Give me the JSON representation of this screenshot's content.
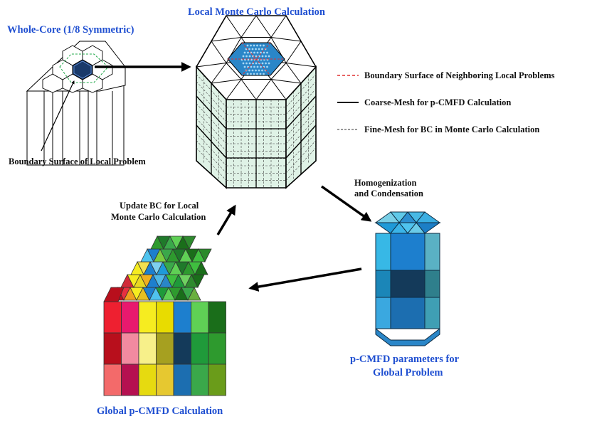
{
  "titles": {
    "whole_core": "Whole-Core (1/8 Symmetric)",
    "local_mc": "Local Monte Carlo Calculation",
    "pcmfd_params_line1": "p-CMFD parameters for",
    "pcmfd_params_line2": "Global Problem",
    "global_pcmfd": "Global p-CMFD Calculation"
  },
  "labels": {
    "boundary_local": "Boundary Surface of Local Problem",
    "update_bc_line1": "Update BC for Local",
    "update_bc_line2": "Monte Carlo Calculation",
    "homog_line1": "Homogenization",
    "homog_line2": "and Condensation"
  },
  "legend": [
    {
      "label": "Boundary Surface of Neighboring Local Problems",
      "style": "dashed",
      "color": "#e03030"
    },
    {
      "label": "Coarse-Mesh for p-CMFD Calculation",
      "style": "solid",
      "color": "#000000"
    },
    {
      "label": "Fine-Mesh for BC in Monte Carlo Calculation",
      "style": "dotted",
      "color": "#333333"
    }
  ],
  "colors": {
    "title_blue": "#1f4fd1",
    "mc_fill": "#dff2e6",
    "assembly_blue": "#2a7fc0"
  }
}
